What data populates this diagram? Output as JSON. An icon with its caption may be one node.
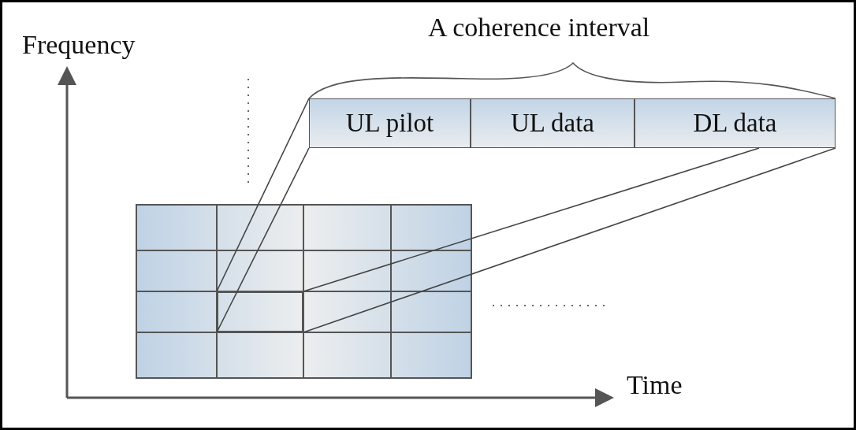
{
  "diagram": {
    "nodes": [
      {
        "text": [
          "UL pilot"
        ]
      },
      {
        "text": [
          "UL data"
        ]
      },
      {
        "text": [
          "DL data"
        ]
      },
      {
        "text": [],
        "shape": "box"
      }
    ],
    "edges": [
      {
        "from": 3,
        "to": 0,
        "arrow": "none"
      },
      {
        "from": 3,
        "to": 0,
        "arrow": "none"
      },
      {
        "from": 3,
        "to": 2,
        "arrow": "none"
      },
      {
        "from": 3,
        "to": 2,
        "arrow": "none"
      }
    ],
    "labels": [
      "A coherence interval",
      "Frequency",
      "Time"
    ]
  }
}
